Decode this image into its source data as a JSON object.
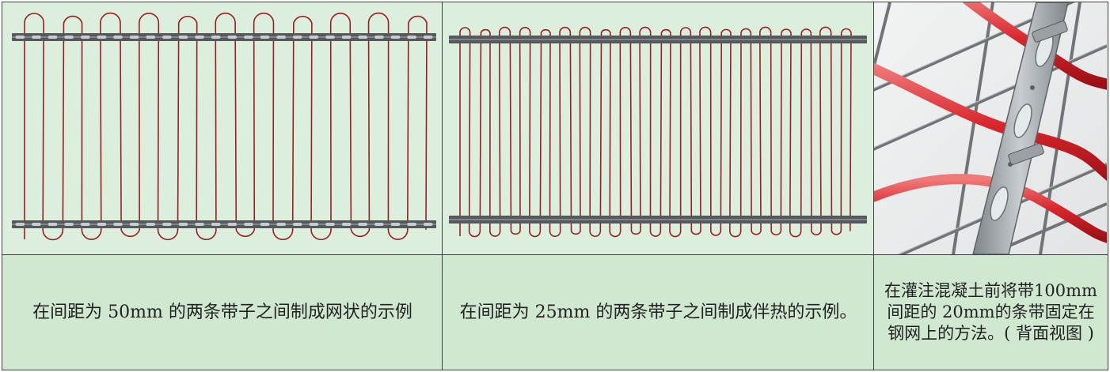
{
  "captions": {
    "panel_50mm": "在间距为 50mm 的两条带子之间制成网状的示例",
    "panel_25mm": "在间距为 25mm 的两条带子之间制成伴热的示例。",
    "panel_fixing": "在灌注混凝土前将带100mm 间距的 20mm的条带固定在钢网上的方法。( 背面视图 )"
  },
  "colors": {
    "cell_background": "#dcefdc",
    "caption_background": "#cfe8cf",
    "cable": "#9b1c24",
    "strip": "#55585c",
    "border": "#3f3f3f"
  },
  "images": {
    "panel_50mm": "heating-cable-mesh-50mm-illustration",
    "panel_25mm": "heating-cable-trace-25mm-illustration",
    "panel_fixing": "cable-strip-on-steel-mesh-photo"
  }
}
